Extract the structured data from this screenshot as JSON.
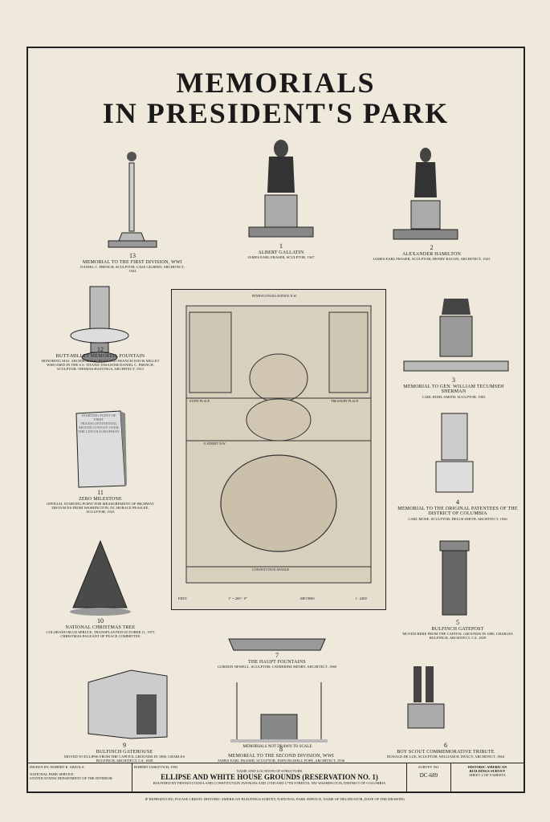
{
  "title": {
    "line1": "MEMORIALS",
    "line2": "IN PRESIDENT'S PARK"
  },
  "memorials": [
    {
      "num": "13",
      "name": "MEMORIAL TO THE FIRST DIVISION, WWI",
      "desc": "DANIEL C. FRENCH, SCULPTOR; CASS GILBERT, ARCHITECT, 1924"
    },
    {
      "num": "1",
      "name": "ALBERT GALLATIN",
      "desc": "JAMES EARL FRASER, SCULPTOR, 1947"
    },
    {
      "num": "2",
      "name": "ALEXANDER HAMILTON",
      "desc": "JAMES EARL FRASER, SCULPTOR; HENRY BACON, ARCHITECT, 1923"
    },
    {
      "num": "12",
      "name": "BUTT-MILLET MEMORIAL FOUNTAIN",
      "desc": "HONORING MAJ. ARCHIBALD W. BUTT AND FRANCIS DAVIS MILLET WHO DIED IN THE S.S. TITANIC DISASTER DANIEL C. FRENCH, SCULPTOR; THOMAS HASTINGS, ARCHITECT, 1913"
    },
    {
      "num": "3",
      "name": "MEMORIAL TO GEN. WILLIAM TECUMSEH SHERMAN",
      "desc": "CARL ROHL-SMITH, SCULPTOR, 1903"
    },
    {
      "num": "11",
      "name": "ZERO MILESTONE",
      "desc": "OFFICIAL STARTING POINT FOR MEASUREMENT OF HIGHWAY DISTANCES FROM WASHINGTON, DC HORACE PEASLEE, SCULPTOR, 1923"
    },
    {
      "num": "4",
      "name": "MEMORIAL TO THE ORIGINAL PATENTEES OF THE DISTRICT OF COLUMBIA",
      "desc": "CARL MOSE, SCULPTOR; DELOS SMITH, ARCHITECT, 1936"
    },
    {
      "num": "10",
      "name": "NATIONAL CHRISTMAS TREE",
      "desc": "COLORADO BLUE SPRUCE, TRANSPLANTED OCTOBER 11, 1973 CHRISTMAS PAGEANT OF PEACE COMMITTEE"
    },
    {
      "num": "5",
      "name": "BULFINCH GATEPOST",
      "desc": "MOVED HERE FROM THE CAPITOL GROUNDS IN 1880, CHARLES BULFINCH, ARCHITECT, CA. 1829"
    },
    {
      "num": "7",
      "name": "THE HAUPT FOUNTAINS",
      "desc": "GORDON NEWELL, SCULPTOR; CATHERINE HENRY, ARCHITECT, 1969"
    },
    {
      "num": "9",
      "name": "BULFINCH GATEHOUSE",
      "desc": "MOVED TO ELLIPSE FROM THE CAPITOL GROUNDS IN 1880, CHARLES BULFINCH, ARCHITECT, CA. 1829"
    },
    {
      "num": "8",
      "name": "MEMORIAL TO THE SECOND DIVISION, WWI",
      "desc": "JAMES EARL FRASER, SCULPTOR; JOHN RUSSELL POPE, ARCHITECT, 1936"
    },
    {
      "num": "6",
      "name": "BOY SCOUT COMMEMORATIVE TRIBUTE",
      "desc": "DONALD DE LUE, SCULPTOR; WILLIAM H. DEACY, ARCHITECT, 1964"
    }
  ],
  "milestone_text": "STARTING POINT OF FIRST TRANSCONTINENTAL MOTOR CONVOY OVER THE LINCOLN HIGHWAY",
  "map": {
    "streets": {
      "top": "PENNSYLVANIA AVENUE N.W.",
      "state": "STATE PLACE",
      "treasury": "TREASURY PLACE",
      "estreet": "E STREET N.W.",
      "bottom": "CONSTITUTION AVENUE"
    },
    "scale": {
      "feet": "FEET",
      "ratio": "1\" = 200' - 0\"",
      "meters": "METERS",
      "ratio2": "1 : 2400"
    }
  },
  "not_to_scale": "MEMORIALS NOT DRAWN TO SCALE",
  "title_block": {
    "drawn_by": "DRAWN BY: ROBERT R. ARZOLA",
    "drawn_by2": "ROBERT JASKEVICH, 1993",
    "agency1": "NATIONAL PARK SERVICE",
    "agency2": "UNITED STATES DEPARTMENT OF THE INTERIOR",
    "structure_label": "NAME AND LOCATION OF STRUCTURE",
    "structure": "ELLIPSE AND WHITE HOUSE GROUNDS (RESERVATION No. 1)",
    "bounded": "BOUNDED BY PENNSYLVANIA AND CONSTITUTION AVENUES AND 15th AND 17th STREETS, NW   WASHINGTON, DISTRICT OF COLUMBIA",
    "survey_label": "SURVEY NO.",
    "survey": "DC-689",
    "habs1": "HISTORIC AMERICAN",
    "habs2": "BUILDINGS SURVEY",
    "sheet": "SHEET 2 OF 9 SHEETS"
  },
  "footer": "IF REPRODUCED, PLEASE CREDIT: HISTORIC AMERICAN BUILDINGS SURVEY, NATIONAL PARK SERVICE, NAME OF DELINEATOR, DATE OF THE DRAWING"
}
